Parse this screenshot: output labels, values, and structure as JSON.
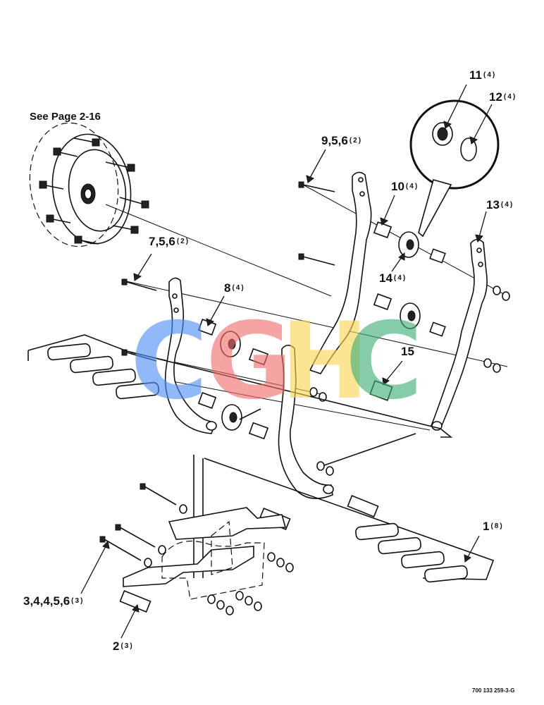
{
  "see_page": "See Page 2-16",
  "figure_code": "700 133 259-3-G",
  "callouts": [
    {
      "id": "c11",
      "num": "11",
      "qty": "(4)"
    },
    {
      "id": "c12",
      "num": "12",
      "qty": "(4)"
    },
    {
      "id": "c956",
      "num": "9,5,6",
      "qty": "(2)"
    },
    {
      "id": "c10",
      "num": "10",
      "qty": "(4)"
    },
    {
      "id": "c13",
      "num": "13",
      "qty": "(4)"
    },
    {
      "id": "c756",
      "num": "7,5,6",
      "qty": "(2)"
    },
    {
      "id": "c8",
      "num": "8",
      "qty": "(4)"
    },
    {
      "id": "c14",
      "num": "14",
      "qty": "(4)"
    },
    {
      "id": "c15",
      "num": "15",
      "qty": ""
    },
    {
      "id": "c1",
      "num": "1",
      "qty": "(8)"
    },
    {
      "id": "c34456",
      "num": "3,4,4,5,6",
      "qty": "(3)"
    },
    {
      "id": "c2",
      "num": "2",
      "qty": "(3)"
    }
  ],
  "watermark": {
    "letters": [
      "C",
      "G",
      "H",
      "C"
    ],
    "colors": [
      "#4f8ff7",
      "#f26b6b",
      "#f9d451",
      "#3fae77"
    ]
  }
}
